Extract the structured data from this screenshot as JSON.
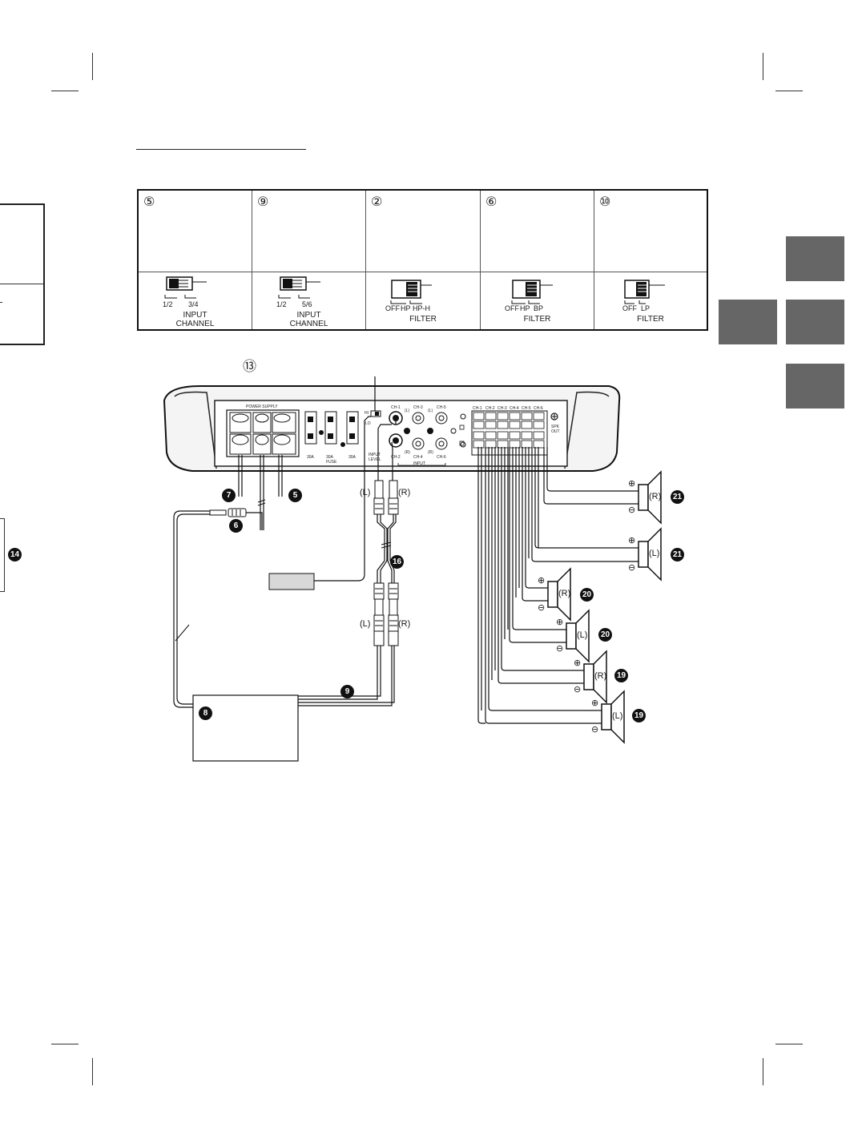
{
  "switch_table": {
    "cells": [
      {
        "num": "⑤",
        "options": [
          "1/2",
          "3/4"
        ],
        "label": "INPUT\nCHANNEL"
      },
      {
        "num": "⑨",
        "options": [
          "1/2",
          "5/6"
        ],
        "label": "INPUT\nCHANNEL"
      },
      {
        "num": "②",
        "options": [
          "OFF",
          "HP",
          "HP-H"
        ],
        "label": "FILTER"
      },
      {
        "num": "⑥",
        "options": [
          "OFF",
          "HP",
          "BP"
        ],
        "label": "FILTER"
      },
      {
        "num": "⑩",
        "options": [
          "OFF",
          "LP"
        ],
        "label": "FILTER"
      }
    ]
  },
  "amp": {
    "power_supply_label": "POWER SUPPLY",
    "fuse_labels": [
      "30A",
      "30A\nFUSE",
      "30A"
    ],
    "input_level_label": "INPUT\nLEVEL",
    "input_label": "INPUT",
    "channels": [
      "CH-1",
      "CH-2",
      "CH-3",
      "CH-4",
      "CH-5",
      "CH-6"
    ],
    "rca_lr": [
      "(L)",
      "(R)"
    ],
    "spk_out_label": "SPK\nOUT",
    "level_switch": [
      "HI",
      "LO"
    ]
  },
  "callouts": {
    "c13": "⑬",
    "c7": "7",
    "c5": "5",
    "c6": "6",
    "c14": "14",
    "c16": "16",
    "c9": "9",
    "c8": "8",
    "c21a": "21",
    "c21b": "21",
    "c20a": "20",
    "c20b": "20",
    "c19a": "19",
    "c19b": "19"
  },
  "rca_labels": {
    "top_l": "(L)",
    "top_r": "(R)",
    "bottom_l": "(L)",
    "bottom_r": "(R)"
  },
  "speakers": [
    {
      "side": "(R)",
      "callout": "21"
    },
    {
      "side": "(L)",
      "callout": "21"
    },
    {
      "side": "(R)",
      "callout": "20"
    },
    {
      "side": "(L)",
      "callout": "20"
    },
    {
      "side": "(R)",
      "callout": "19"
    },
    {
      "side": "(L)",
      "callout": "19"
    }
  ],
  "polarity": {
    "plus": "⊕",
    "minus": "⊖"
  }
}
